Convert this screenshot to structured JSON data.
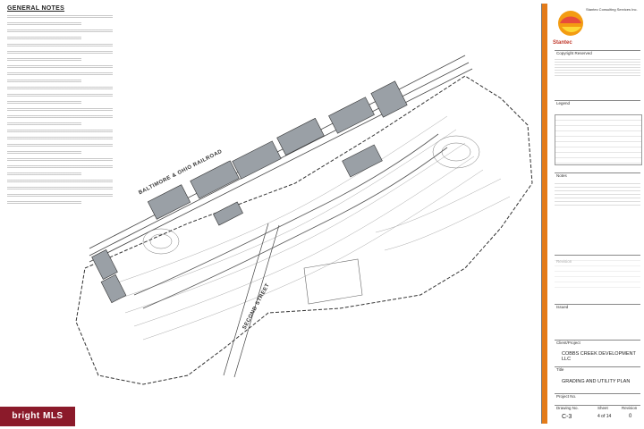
{
  "notes": {
    "title": "GENERAL NOTES"
  },
  "plan": {
    "railroad_label": "BALTIMORE & OHIO RAILROAD",
    "street_label": "SECOND STREET"
  },
  "titleblock": {
    "brand": "Stantec",
    "company_line1": "Stantec Consulting Services Inc.",
    "copyright_heading": "Copyright Reserved",
    "legend_heading": "Legend",
    "notes_heading": "Notes",
    "revision_heading": "Revision",
    "issued_heading": "Issued",
    "client_heading": "Client/Project",
    "client_name": "COBBS CREEK DEVELOPMENT LLC",
    "title_heading": "Title",
    "drawing_title": "GRADING AND UTILITY PLAN",
    "project_no_label": "Project No.",
    "drawing_no_label": "Drawing No.",
    "sheet_label": "Sheet",
    "revision_label": "Revision",
    "sheet_no": "C-3",
    "sheet_of": "4 of 14",
    "revision_no": "0"
  },
  "watermark": {
    "text": "bright MLS"
  },
  "colors": {
    "accent_orange": "#e37b1a",
    "watermark_red": "#8b1a2a",
    "brand_red": "#c0392b"
  }
}
